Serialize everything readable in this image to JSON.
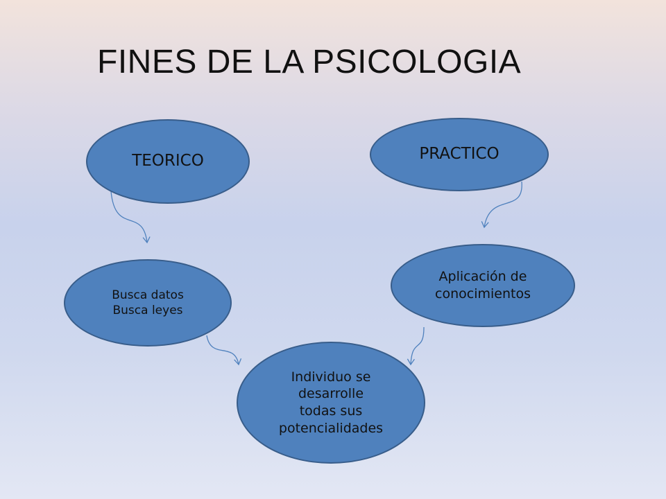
{
  "slide": {
    "title": "FINES DE LA PSICOLOGIA"
  },
  "nodes": {
    "teorico": "TEORICO",
    "practico": "PRACTICO",
    "busca": "Busca datos\nBusca leyes",
    "aplicacion": "Aplicación de\nconocimientos",
    "individuo": "Individuo se\ndesarrolle\ntodas sus\npotencialidades"
  },
  "colors": {
    "node_fill": "#4f81bd",
    "node_border": "#385d8a",
    "connector": "#4f81bd"
  }
}
